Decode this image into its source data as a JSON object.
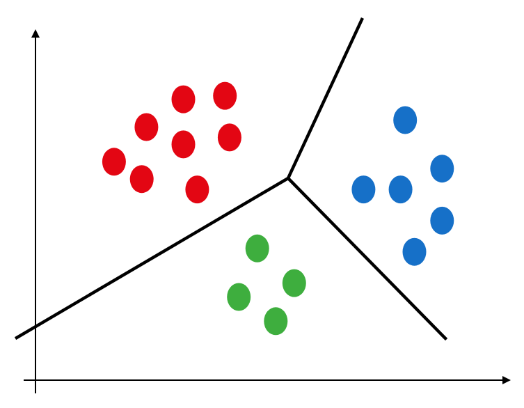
{
  "chart_data": {
    "type": "scatter",
    "title": "",
    "xlabel": "",
    "ylabel": "",
    "grid": false,
    "axis_ticks": false,
    "decision_regions": 3,
    "series": [
      {
        "cluster": "red",
        "color": "#e30613",
        "points": [
          [
            0.17,
            0.63
          ],
          [
            0.24,
            0.73
          ],
          [
            0.32,
            0.81
          ],
          [
            0.41,
            0.82
          ],
          [
            0.23,
            0.58
          ],
          [
            0.32,
            0.68
          ],
          [
            0.42,
            0.7
          ],
          [
            0.35,
            0.55
          ]
        ]
      },
      {
        "cluster": "blue",
        "color": "#1670c8",
        "points": [
          [
            0.8,
            0.75
          ],
          [
            0.88,
            0.61
          ],
          [
            0.71,
            0.55
          ],
          [
            0.79,
            0.55
          ],
          [
            0.88,
            0.46
          ],
          [
            0.82,
            0.37
          ]
        ]
      },
      {
        "cluster": "green",
        "color": "#3eae3e",
        "points": [
          [
            0.48,
            0.38
          ],
          [
            0.56,
            0.28
          ],
          [
            0.44,
            0.24
          ],
          [
            0.52,
            0.17
          ]
        ]
      }
    ]
  }
}
